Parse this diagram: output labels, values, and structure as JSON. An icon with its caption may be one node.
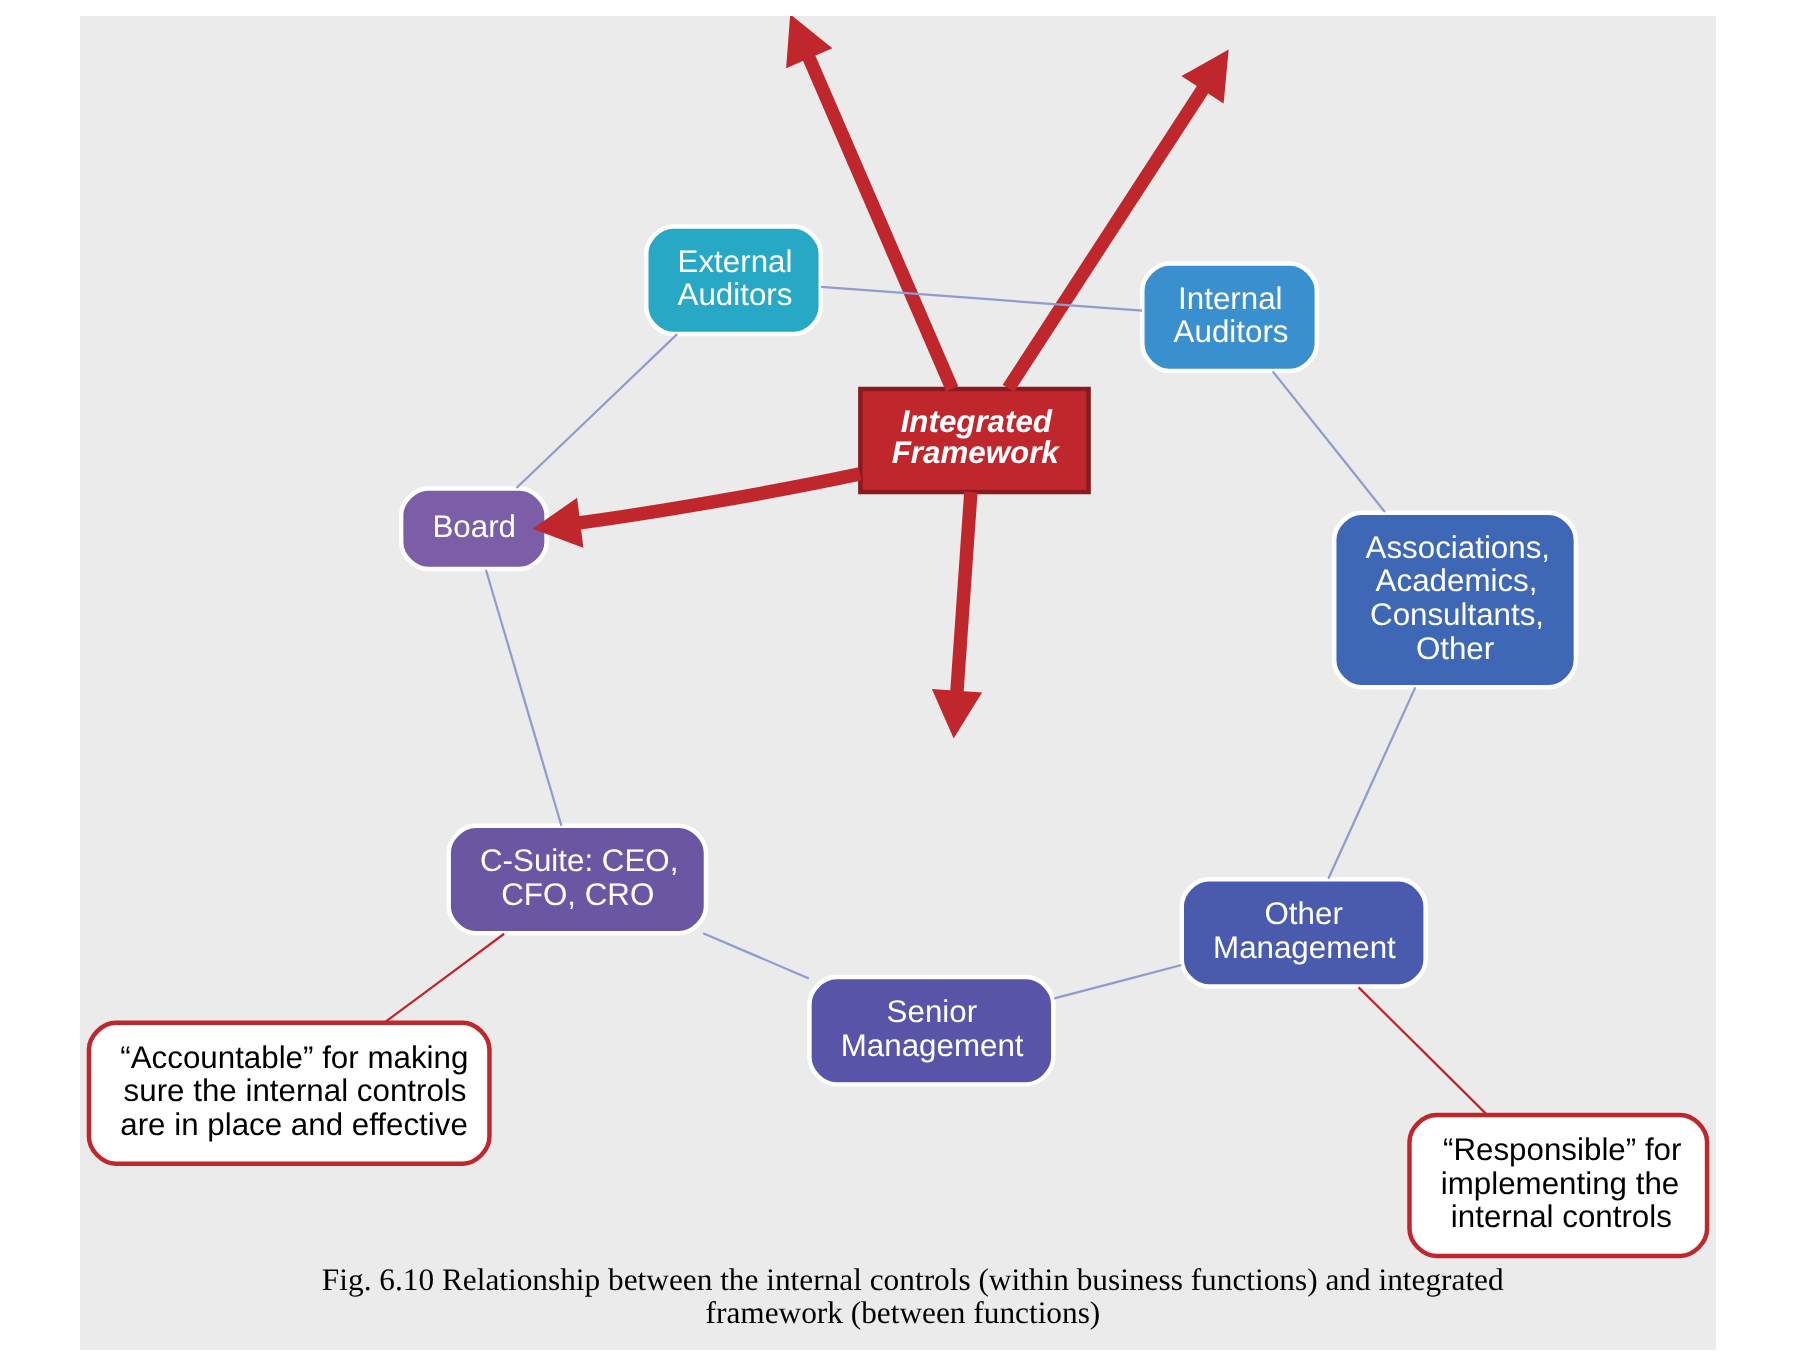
{
  "diagram": {
    "caption": "Fig. 6.10 Relationship between the internal controls (within business functions) and integrated framework (between functions)",
    "nodes": [
      {
        "text": [
          "Board"
        ]
      },
      {
        "text": [
          "C-Suite: CEO, CFO, CRO"
        ]
      },
      {
        "text": [
          "“Accountable” for making sure the internal controls are in place and effective"
        ]
      },
      {
        "text": [
          "External Auditors"
        ]
      },
      {
        "text": [
          "Integrated Framework"
        ]
      },
      {
        "text": [
          "Internal Auditors"
        ]
      },
      {
        "text": [
          "Senior Management"
        ]
      },
      {
        "text": [
          "Associations, Academics, Consultants, Other"
        ]
      },
      {
        "text": [
          "Other Management"
        ]
      },
      {
        "text": [
          "“Responsible” for implementing the internal controls"
        ]
      }
    ],
    "edges": [
      {
        "from": 0,
        "to": 1,
        "arrow": "none"
      },
      {
        "from": 1,
        "to": 6,
        "arrow": "none"
      },
      {
        "from": 6,
        "to": 8,
        "arrow": "none"
      },
      {
        "from": 8,
        "to": 7,
        "arrow": "none"
      },
      {
        "from": 7,
        "to": 5,
        "arrow": "none"
      },
      {
        "from": 5,
        "to": 3,
        "arrow": "none"
      },
      {
        "from": 3,
        "to": 0,
        "arrow": "none"
      },
      {
        "from": 4,
        "to": 0,
        "arrow": "to",
        "style": "thick",
        "color": "#c0272d"
      },
      {
        "from": 4,
        "to": null,
        "arrow": "to",
        "style": "thick",
        "color": "#c0272d"
      },
      {
        "from": 4,
        "to": null,
        "arrow": "to",
        "style": "thick",
        "color": "#c0272d"
      },
      {
        "from": 4,
        "to": null,
        "arrow": "to",
        "style": "thick",
        "color": "#c0272d"
      },
      {
        "from": 2,
        "to": 1,
        "arrow": "none",
        "color": "#c0272d"
      },
      {
        "from": 9,
        "to": 8,
        "arrow": "none",
        "color": "#c0272d"
      }
    ]
  }
}
